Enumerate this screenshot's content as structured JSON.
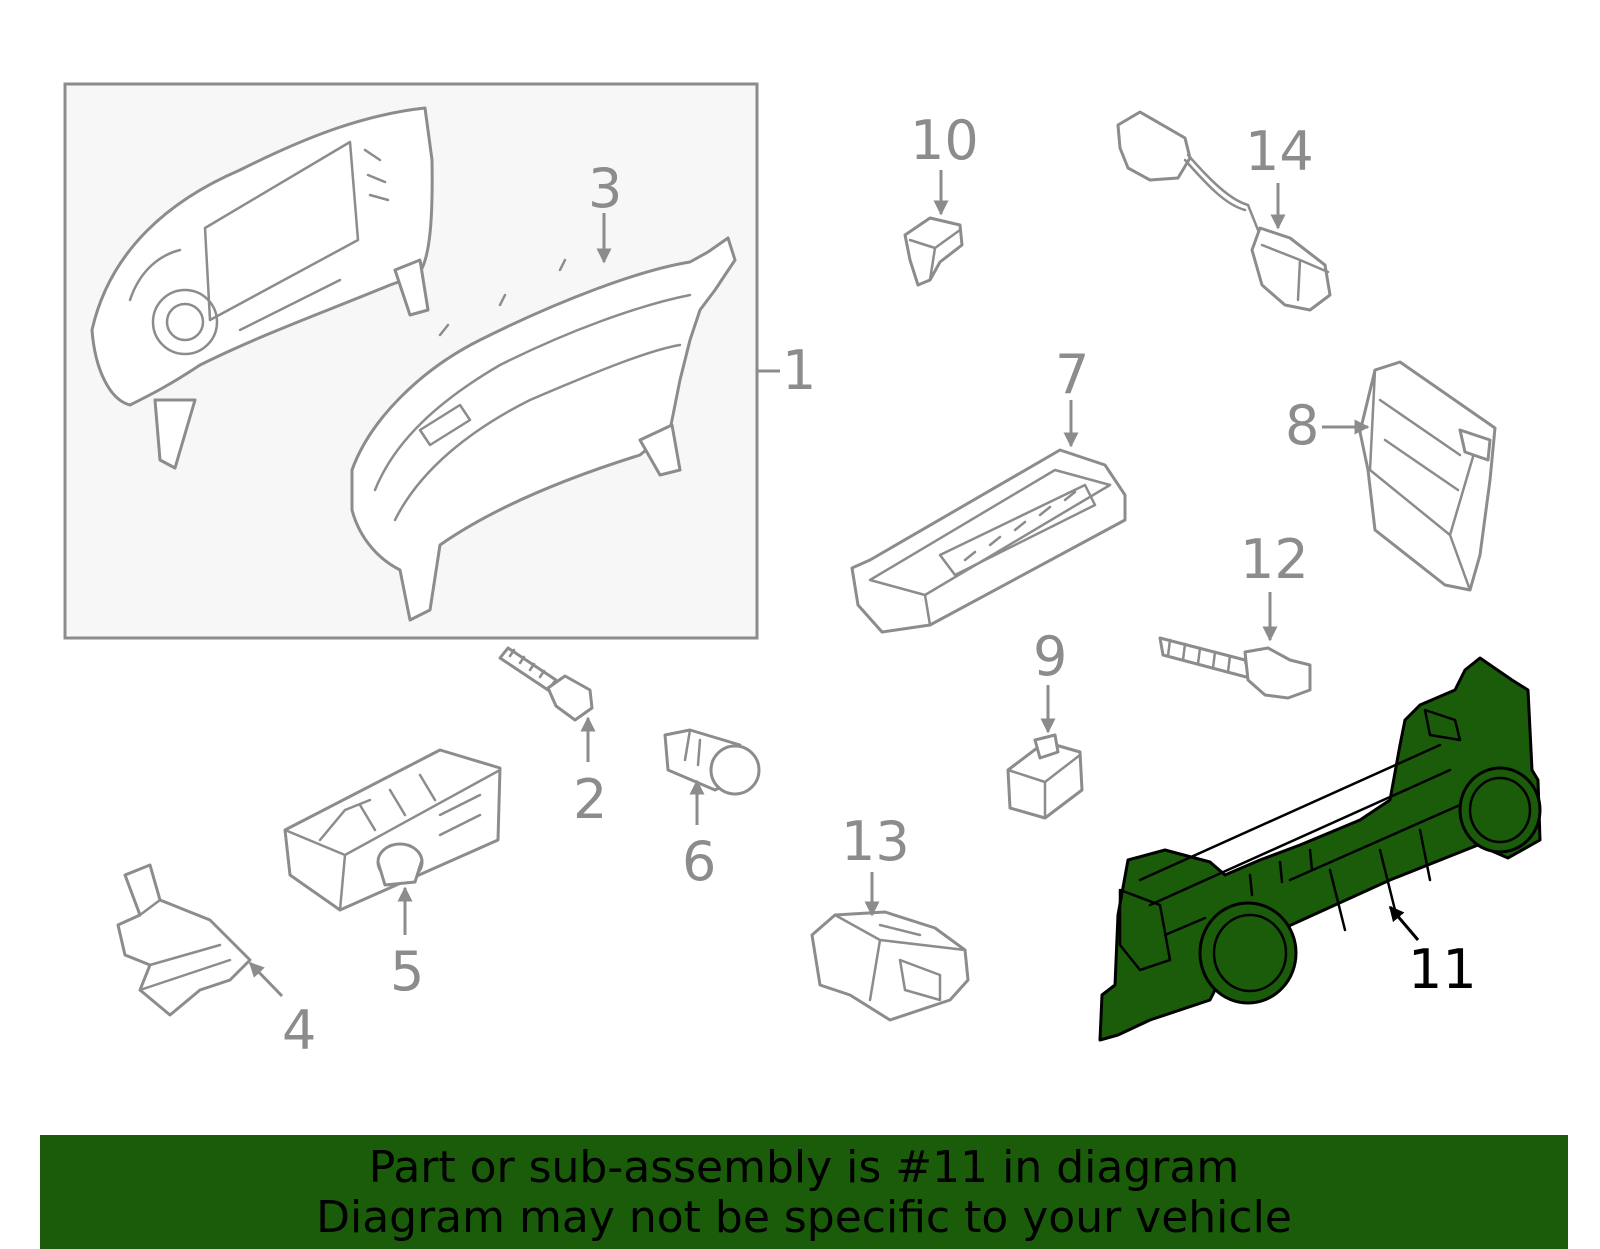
{
  "callouts": {
    "c1": "1",
    "c2": "2",
    "c3": "3",
    "c4": "4",
    "c5": "5",
    "c6": "6",
    "c7": "7",
    "c8": "8",
    "c9": "9",
    "c10": "10",
    "c11": "11",
    "c12": "12",
    "c13": "13",
    "c14": "14"
  },
  "highlighted_part": "11",
  "colors": {
    "highlight": "#1a5c0a",
    "line": "#8c8c8c",
    "box_fill": "#f7f7f7"
  },
  "banner": {
    "line1": "Part or sub-assembly is #11 in diagram",
    "line2": "Diagram may not be specific to your vehicle"
  }
}
